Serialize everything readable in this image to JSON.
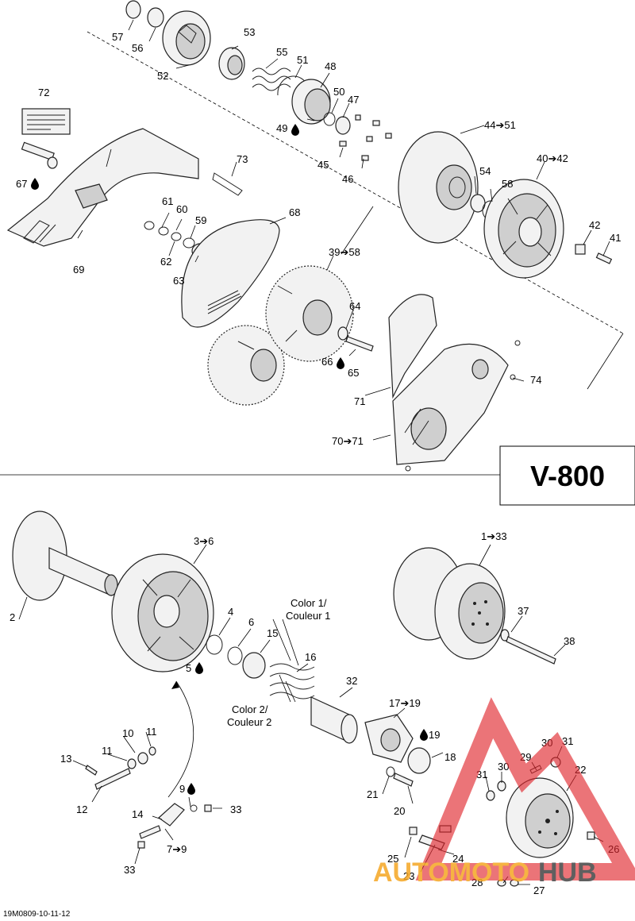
{
  "model": "V-800",
  "drawing_code": "19M0809-10-11-12",
  "watermark": {
    "left": "AUTOMOTO",
    "right": "HUB",
    "red": "#e0262c",
    "orange": "#f5a623",
    "dark": "#444444"
  },
  "callouts": {
    "c57": "57",
    "c56": "56",
    "c52": "52",
    "c53": "53",
    "c55": "55",
    "c51": "51",
    "c48": "48",
    "c50": "50",
    "c47": "47",
    "c49": "49",
    "c45": "45",
    "c46": "46",
    "c44": "44➔51",
    "c54": "54",
    "c58": "58",
    "c4042": "40➔42",
    "c42": "42",
    "c41": "41",
    "c72": "72",
    "c67": "67",
    "c69": "69",
    "c73": "73",
    "c61": "61",
    "c60": "60",
    "c59": "59",
    "c62": "62",
    "c63": "63",
    "c68": "68",
    "c3958": "39➔58",
    "c64": "64",
    "c66": "66",
    "c65": "65",
    "c74": "74",
    "c71": "71",
    "c7071": "70➔71",
    "c36": "3➔6",
    "c2": "2",
    "c4": "4",
    "c6": "6",
    "c5": "5",
    "c15": "15",
    "c16": "16",
    "c32": "32",
    "c133": "1➔33",
    "c37": "37",
    "c38": "38",
    "c1719": "17➔19",
    "c19": "19",
    "c18": "18",
    "c21": "21",
    "c20": "20",
    "c29": "29",
    "c30a": "30",
    "c31a": "31",
    "c22": "22",
    "c31b": "31",
    "c30b": "30",
    "c25": "25",
    "c24": "24",
    "c23": "23",
    "c26": "26",
    "c28": "28",
    "c27": "27",
    "c10": "10",
    "c11a": "11",
    "c11b": "11",
    "c13": "13",
    "c12": "12",
    "c9": "9",
    "c33a": "33",
    "c14": "14",
    "c79": "7➔9",
    "c33b": "33"
  },
  "color_notes": {
    "color1_a": "Color 1/",
    "color1_b": "Couleur 1",
    "color2_a": "Color 2/",
    "color2_b": "Couleur 2"
  },
  "icons": [
    "oil-drop-icon"
  ]
}
